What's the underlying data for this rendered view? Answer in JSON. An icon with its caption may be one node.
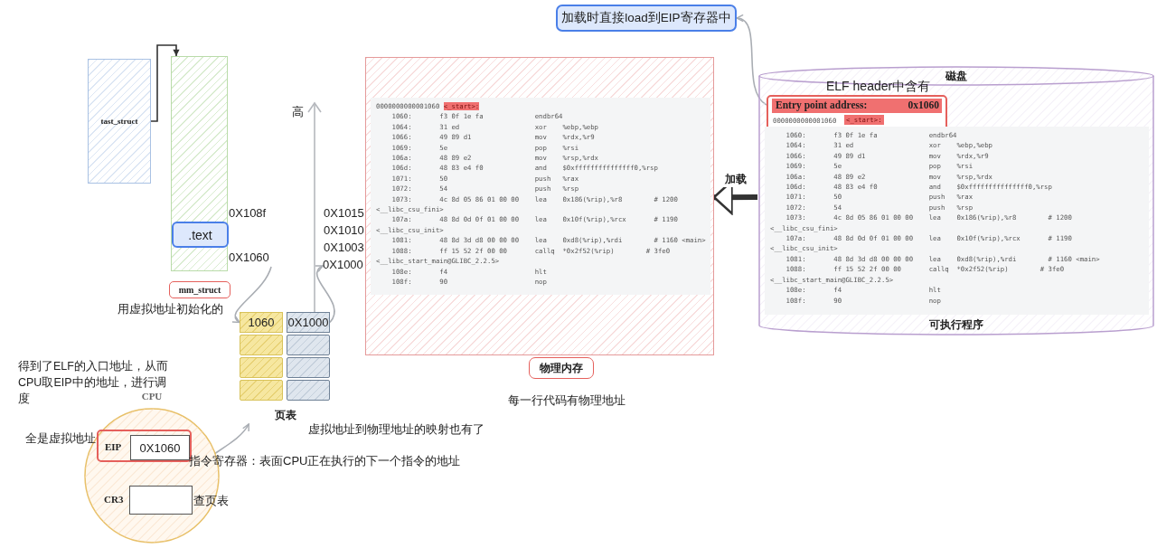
{
  "diagram": {
    "nodes": [
      {
        "text": [
          "tast_struct"
        ]
      },
      {
        "text": [],
        "shape": "bar"
      },
      {
        "text": [
          ".text"
        ],
        "in": 1
      },
      {
        "text": [
          "mm_struct"
        ]
      },
      {
        "text": [
          "0X1060"
        ]
      },
      {
        "text": [
          "页表"
        ]
      },
      {
        "text": [
          "1060"
        ],
        "in": 5
      },
      {
        "text": [
          "0X1000"
        ],
        "in": 5
      },
      {
        "text": [],
        "shape": "box",
        "in": 5
      },
      {
        "text": [],
        "shape": "box",
        "in": 5
      },
      {
        "text": [],
        "shape": "box",
        "in": 5
      },
      {
        "text": [],
        "shape": "box",
        "in": 5
      },
      {
        "text": [],
        "shape": "box",
        "in": 5
      },
      {
        "text": [],
        "shape": "box",
        "in": 5
      },
      {
        "text": [
          "0X1000"
        ]
      },
      {
        "text": [
          "物理内存"
        ]
      },
      {
        "text": [
          "0000000000001060",
          "<_start>:",
          "    1060:       f3 0f 1e fa             endbr64",
          "    1064:       31 ed                   xor    %ebp,%ebp",
          "    1066:       49 89 d1                mov    %rdx,%r9",
          "    1069:       5e                      pop    %rsi",
          "    106a:       48 89 e2                mov    %rsp,%rdx",
          "    106d:       48 83 e4 f0             and    $0xfffffffffffffff0,%rsp",
          "    1071:       50                      push   %rax",
          "    1072:       54                      push   %rsp",
          "    1073:       4c 8d 05 86 01 00 00    lea    0x186(%rip),%r8        # 1200",
          "<__libc_csu_fini>",
          "    107a:       48 8d 0d 0f 01 00 00    lea    0x10f(%rip),%rcx       # 1190",
          "<__libc_csu_init>",
          "    1081:       48 8d 3d d8 00 00 00    lea    0xd8(%rip),%rdi        # 1160 <main>",
          "    1088:       ff 15 52 2f 00 00       callq  *0x2f52(%rip)        # 3fe0",
          "<__libc_start_main@GLIBC_2.2.5>",
          "    108e:       f4                      hlt",
          "    108f:       90                      nop"
        ],
        "in": 15
      },
      {
        "text": [
          "加载时直接load到EIP寄存器中"
        ]
      },
      {
        "text": [
          "磁盘",
          "可执行程序"
        ]
      },
      {
        "text": [
          "ELF header中含有",
          "Entry point address:",
          "0x1060",
          "0000000000001060",
          "<_start>:"
        ],
        "in": 18
      },
      {
        "text": [
          "    1060:       f3 0f 1e fa             endbr64",
          "    1064:       31 ed                   xor    %ebp,%ebp",
          "    1066:       49 89 d1                mov    %rdx,%r9",
          "    1069:       5e                      pop    %rsi",
          "    106a:       48 89 e2                mov    %rsp,%rdx",
          "    106d:       48 83 e4 f0             and    $0xfffffffffffffff0,%rsp",
          "    1071:       50                      push   %rax",
          "    1072:       54                      push   %rsp",
          "    1073:       4c 8d 05 86 01 00 00    lea    0x186(%rip),%r8        # 1200",
          "<__libc_csu_fini>",
          "    107a:       48 8d 0d 0f 01 00 00    lea    0x10f(%rip),%rcx       # 1190",
          "<__libc_csu_init>",
          "    1081:       48 8d 3d d8 00 00 00    lea    0xd8(%rip),%rdi        # 1160 <main>",
          "    1088:       ff 15 52 2f 00 00       callq  *0x2f52(%rip)        # 3fe0",
          "<__libc_start_main@GLIBC_2.2.5>",
          "    108e:       f4                      hlt",
          "    108f:       90                      nop"
        ],
        "in": 18
      },
      {
        "text": [
          "CPU"
        ]
      },
      {
        "text": [
          "EIP"
        ],
        "in": 21
      },
      {
        "text": [
          "0X1060"
        ],
        "in": 22
      },
      {
        "text": [
          "CR3"
        ],
        "in": 21
      }
    ],
    "edges": [
      {
        "from": 0,
        "to": 1,
        "arrow": "to",
        "color": "#333333"
      },
      {
        "from": 4,
        "to": 6,
        "arrow": "to"
      },
      {
        "from": 7,
        "to": 14,
        "arrow": "to"
      },
      {
        "from": 24,
        "to": 5,
        "arrow": "to"
      },
      {
        "from": 18,
        "to": 15,
        "arrow": "to",
        "label": "加载",
        "style": "thick",
        "color": "#333333"
      },
      {
        "from": 19,
        "to": 17,
        "arrow": "to"
      }
    ],
    "labels": [
      "高",
      "0X108f",
      "0X1015",
      "0X1010",
      "0X1003",
      "用虚拟地址初始化的",
      "得到了ELF的入口地址，从而CPU取EIP中的地址，进行调度",
      "每一行代码有物理地址",
      "虚拟地址到物理地址的映射也有了",
      "全是虚拟地址",
      "指令寄存器：表面CPU正在执行的下一个指令的地址",
      "查页表"
    ]
  }
}
